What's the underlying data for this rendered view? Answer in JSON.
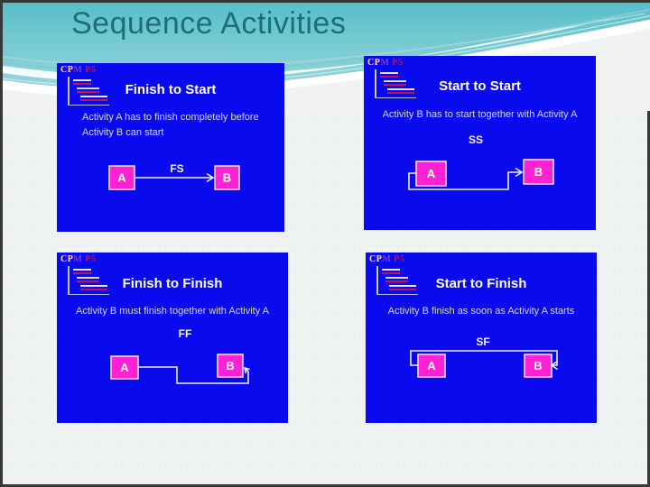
{
  "slide": {
    "title": "Sequence Activities"
  },
  "colors": {
    "panel_blue": "#0a0aef",
    "activity_magenta": "#ff22d4",
    "title_teal": "#1e6e7a",
    "band_teal": "#5fc3cb",
    "gantt_red": "#cc1144"
  },
  "icons": [
    "gantt-chart-icon",
    "swoosh-background"
  ],
  "cpm": {
    "prefix": "CP",
    "mid": "M",
    "num": "P5"
  },
  "panels": [
    {
      "title": "Finish to Start",
      "description": "Activity A has to finish completely before\nActivity B can start",
      "relation": "FS",
      "box_a": "A",
      "box_b": "B"
    },
    {
      "title": "Start to Start",
      "description": "Activity B has to start together with Activity A",
      "relation": "SS",
      "box_a": "A",
      "box_b": "B"
    },
    {
      "title": "Finish to Finish",
      "description": "Activity B must finish together with Activity A",
      "relation": "FF",
      "box_a": "A",
      "box_b": "B"
    },
    {
      "title": "Start to Finish",
      "description": "Activity B finish as soon as Activity A starts",
      "relation": "SF",
      "box_a": "A",
      "box_b": "B"
    }
  ]
}
